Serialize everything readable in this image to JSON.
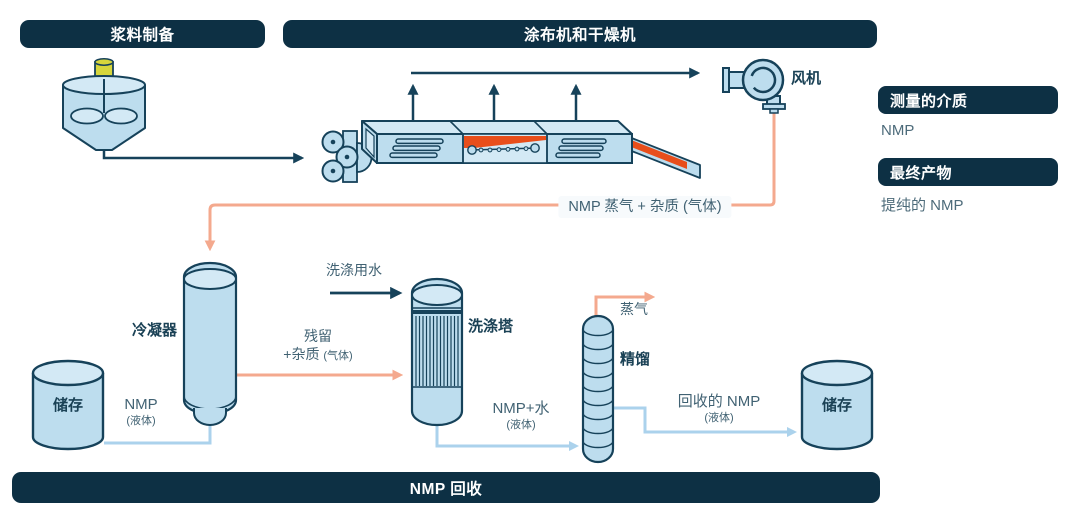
{
  "colors": {
    "navy": "#0d3044",
    "outline": "#16425a",
    "fill_light": "#bdddee",
    "fill_lighter": "#d3e9f5",
    "salmon": "#f4a98e",
    "blue_line": "#abd2ec",
    "orange": "#e84e1b",
    "yellow": "#d6d63c",
    "label_dark": "#1a4155",
    "label_flow": "#416273"
  },
  "headers": {
    "slurry_prep": "浆料制备",
    "coater_dryer": "涂布机和干燥机",
    "nmp_recovery": "NMP 回收"
  },
  "sidebar": {
    "measured_medium": {
      "title": "测量的介质",
      "value": "NMP"
    },
    "final_product": {
      "title": "最终产物",
      "value": "提纯的 NMP"
    }
  },
  "equipment": {
    "fan": "风机",
    "condenser": "冷凝器",
    "washing_tower": "洗涤塔",
    "distillation": "精馏",
    "storage_left": "储存",
    "storage_right": "储存"
  },
  "flows": {
    "vapor_impurities": "NMP 蒸气 + 杂质 (气体)",
    "wash_water": "洗涤用水",
    "residual_line1": "残留",
    "residual_line2": "+杂质",
    "residual_state": "(气体)",
    "nmp": "NMP",
    "nmp_state": "(液体)",
    "nmp_water": "NMP+水",
    "nmp_water_state": "(液体)",
    "steam": "蒸气",
    "recovered_nmp": "回收的 NMP",
    "recovered_state": "(液体)"
  }
}
